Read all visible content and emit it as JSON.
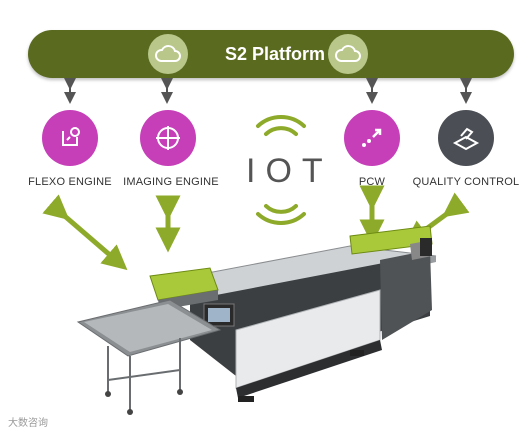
{
  "platform": {
    "title": "S2 Platform"
  },
  "engines": [
    {
      "label": "FLEXO ENGINE",
      "color": "#c63fb9",
      "icon": "flexo-engine-icon"
    },
    {
      "label": "IMAGING ENGINE",
      "color": "#c63fb9",
      "icon": "imaging-engine-icon"
    },
    {
      "label": "PCW",
      "color": "#c63fb9",
      "icon": "pcw-icon"
    },
    {
      "label": "QUALITY CONTROL",
      "color": "#4b4f55",
      "icon": "quality-control-icon"
    }
  ],
  "iot": {
    "label": "IOT",
    "color": "#555555"
  },
  "colors": {
    "platform": "#5a6b20",
    "arrow": "#8eaa2a",
    "accent_green": "#a9c93a"
  },
  "watermark": "大数咨询"
}
